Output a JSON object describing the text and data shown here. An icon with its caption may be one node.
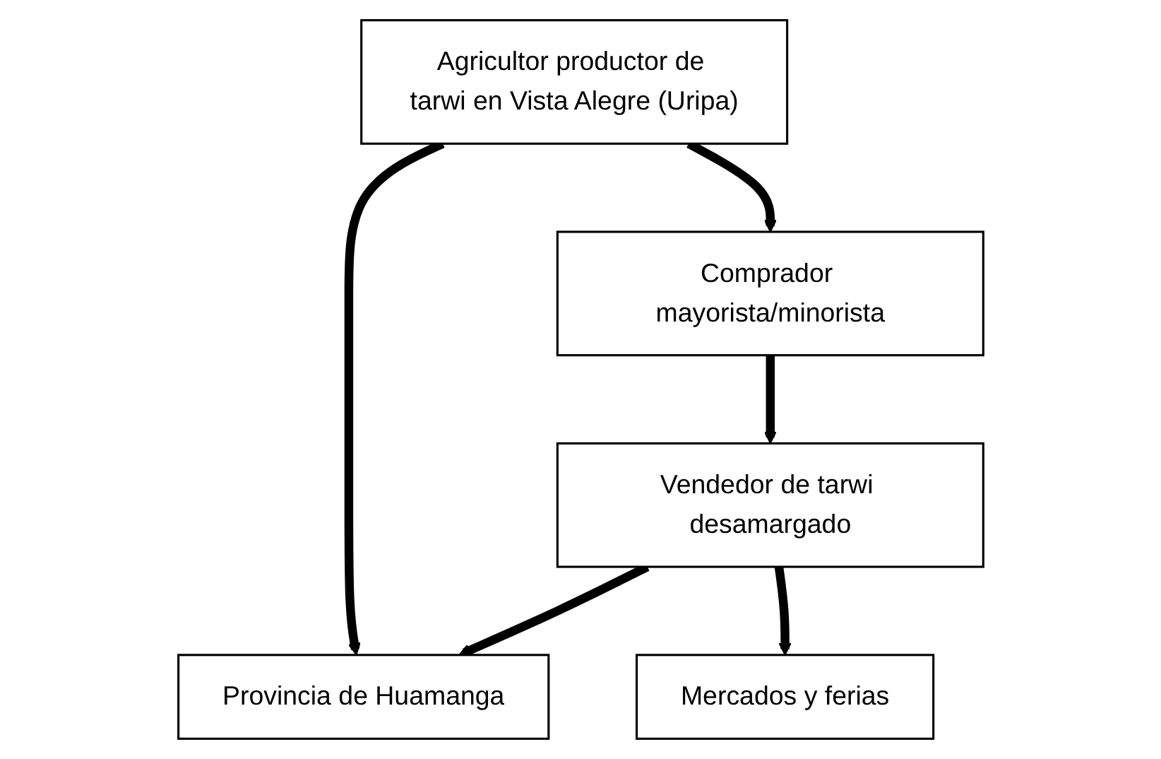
{
  "diagram": {
    "nodes": [
      {
        "text": [
          "Agricultor productor de tarwi en Vista Alegre (Uripa)"
        ]
      },
      {
        "text": [
          "Comprador mayorista/minorista"
        ]
      },
      {
        "text": [
          "Vendedor de tarwi desamargado"
        ]
      },
      {
        "text": [
          "Provincia de Huamanga"
        ]
      },
      {
        "text": [
          "Mercados y ferias"
        ]
      }
    ],
    "edges": [
      {
        "from": 0,
        "to": 1,
        "arrow": "to"
      },
      {
        "from": 0,
        "to": 3,
        "arrow": "to"
      },
      {
        "from": 1,
        "to": 2,
        "arrow": "to"
      },
      {
        "from": 2,
        "to": 3,
        "arrow": "to"
      },
      {
        "from": 2,
        "to": 4,
        "arrow": "to"
      }
    ]
  }
}
